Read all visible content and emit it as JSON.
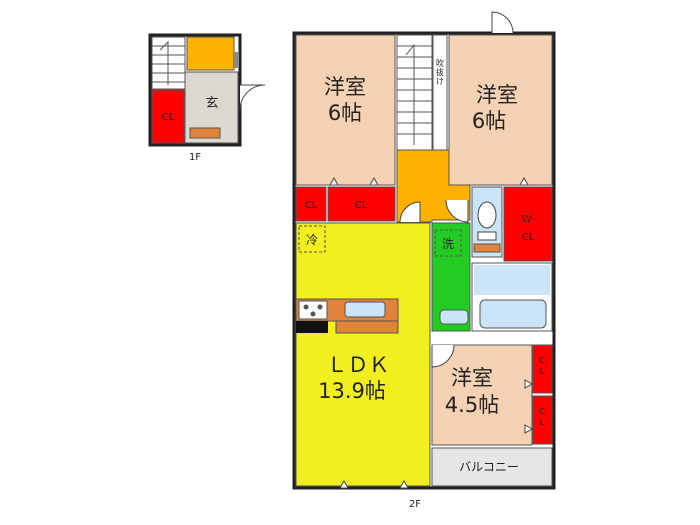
{
  "floor1": {
    "label": "1F",
    "closet_label": "CL",
    "entrance_label": "玄"
  },
  "floor2": {
    "label": "2F",
    "room_nw": {
      "name": "洋室",
      "size": "6帖"
    },
    "room_ne": {
      "name": "洋室",
      "size": "6帖"
    },
    "room_s": {
      "name": "洋室",
      "size": "4.5帖"
    },
    "ldk": {
      "name": "ＬＤＫ",
      "size": "13.9帖"
    },
    "closet_left": "CL",
    "closet_mid": "CL",
    "wic_top": "W-",
    "wic_bottom": "CL",
    "closet_small_a": "CL",
    "closet_small_b": "CL",
    "fridge_label": "冷",
    "washer_label": "洗",
    "void_label": "吹抜け",
    "balcony_label": "バルコニー"
  },
  "colors": {
    "western_room": "#f4d2b3",
    "ldk": "#f1ef1f",
    "closet": "#ff0000",
    "hall": "#ffb300",
    "wash": "#22cc22",
    "bath": "#cce4f7",
    "entrance": "#ddd8d2",
    "kitchen_counter": "#e0843c",
    "balcony": "#e6e6e6",
    "wall": "#222222"
  }
}
